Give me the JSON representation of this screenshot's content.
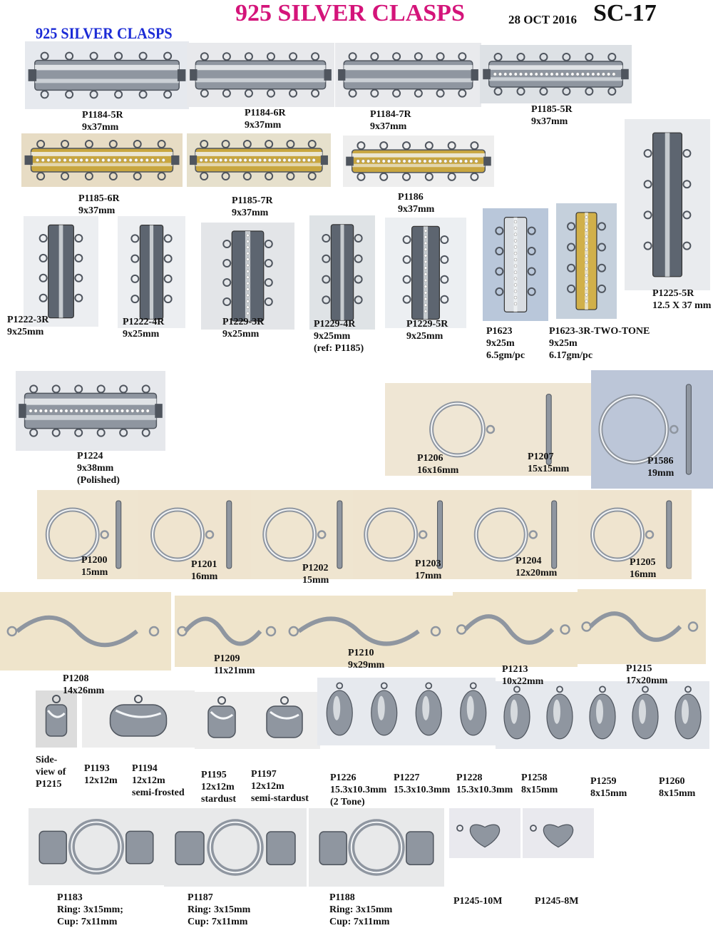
{
  "header": {
    "title": "925 SILVER CLASPS",
    "date": "28 OCT 2016",
    "code": "SC-17",
    "subtitle": "925 SILVER CLASPS"
  },
  "colors": {
    "title": "#d4147a",
    "subtitle": "#1b2bd6"
  },
  "products": [
    {
      "lines": [
        "P1184-5R",
        "9x37mm"
      ]
    },
    {
      "lines": [
        "P1184-6R",
        "9x37mm"
      ]
    },
    {
      "lines": [
        "P1184-7R",
        "9x37mm"
      ]
    },
    {
      "lines": [
        "P1185-5R",
        "9x37mm"
      ]
    },
    {
      "lines": [
        "P1185-6R",
        "9x37mm"
      ]
    },
    {
      "lines": [
        "P1185-7R",
        "9x37mm"
      ]
    },
    {
      "lines": [
        "P1186",
        "9x37mm"
      ]
    },
    {
      "lines": [
        "P1225-5R",
        "12.5 X 37 mm"
      ]
    },
    {
      "lines": [
        "P1222-3R",
        "9x25mm"
      ]
    },
    {
      "lines": [
        "P1222-4R",
        "9x25mm"
      ]
    },
    {
      "lines": [
        "P1229-3R",
        "9x25mm"
      ]
    },
    {
      "lines": [
        "P1229-4R",
        "9x25mm",
        "(ref: P1185)"
      ]
    },
    {
      "lines": [
        "P1229-5R",
        "9x25mm"
      ]
    },
    {
      "lines": [
        "P1623",
        "9x25m",
        "6.5gm/pc"
      ]
    },
    {
      "lines": [
        "P1623-3R-TWO-TONE",
        "9x25m",
        "6.17gm/pc"
      ]
    },
    {
      "lines": [
        "P1224",
        "9x38mm",
        "(Polished)"
      ]
    },
    {
      "lines": [
        "P1206",
        "16x16mm"
      ]
    },
    {
      "lines": [
        "P1207",
        "15x15mm"
      ]
    },
    {
      "lines": [
        "P1586",
        "19mm"
      ]
    },
    {
      "lines": [
        "P1200",
        "15mm"
      ]
    },
    {
      "lines": [
        "P1201",
        "16mm"
      ]
    },
    {
      "lines": [
        "P1202",
        "15mm"
      ]
    },
    {
      "lines": [
        "P1203",
        "17mm"
      ]
    },
    {
      "lines": [
        "P1204",
        "12x20mm"
      ]
    },
    {
      "lines": [
        "P1205",
        "16mm"
      ]
    },
    {
      "lines": [
        "P1208",
        "14x26mm"
      ]
    },
    {
      "lines": [
        "P1209",
        "11x21mm"
      ]
    },
    {
      "lines": [
        "P1210",
        "9x29mm"
      ]
    },
    {
      "lines": [
        "P1213",
        "10x22mm"
      ]
    },
    {
      "lines": [
        "P1215",
        "17x20mm"
      ]
    },
    {
      "lines": [
        "Side-",
        "view of",
        "P1215"
      ]
    },
    {
      "lines": [
        "P1193",
        "12x12m"
      ]
    },
    {
      "lines": [
        "P1194",
        "12x12m",
        "semi-frosted"
      ]
    },
    {
      "lines": [
        "P1195",
        "12x12m",
        "stardust"
      ]
    },
    {
      "lines": [
        "P1197",
        "12x12m",
        "semi-stardust"
      ]
    },
    {
      "lines": [
        "P1226",
        "15.3x10.3mm",
        "(2 Tone)"
      ]
    },
    {
      "lines": [
        "P1227",
        "15.3x10.3mm"
      ]
    },
    {
      "lines": [
        "P1228",
        "15.3x10.3mm"
      ]
    },
    {
      "lines": [
        "P1258",
        "8x15mm"
      ]
    },
    {
      "lines": [
        "P1259",
        "8x15mm"
      ]
    },
    {
      "lines": [
        "P1260",
        "8x15mm"
      ]
    },
    {
      "lines": [
        "P1183",
        "Ring: 3x15mm;",
        "Cup: 7x11mm"
      ]
    },
    {
      "lines": [
        "P1187",
        "Ring: 3x15mm",
        "Cup: 7x11mm"
      ]
    },
    {
      "lines": [
        "P1188",
        "Ring: 3x15mm",
        "Cup: 7x11mm"
      ]
    },
    {
      "lines": [
        "P1245-10M"
      ]
    },
    {
      "lines": [
        "P1245-8M"
      ]
    }
  ]
}
